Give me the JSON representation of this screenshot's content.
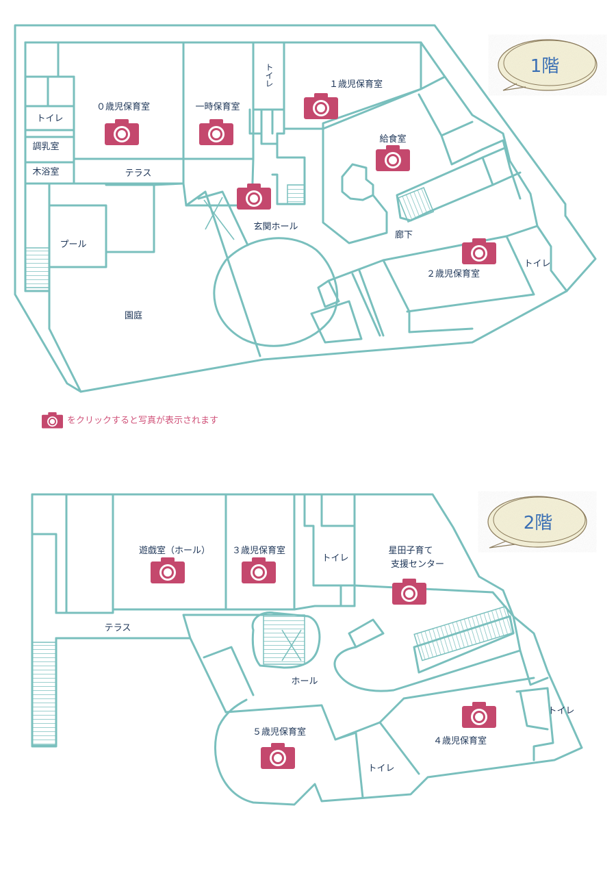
{
  "floor1": {
    "title": "1階",
    "rooms": {
      "room_0": "０歳児保育室",
      "temp": "一時保育室",
      "toilet_vertical": "トイレ",
      "room_1": "１歳児保育室",
      "toilet_left": "トイレ",
      "formula": "調乳室",
      "bath": "木浴室",
      "terrace": "テラス",
      "kitchen": "給食室",
      "entrance": "玄関ホール",
      "corridor": "廊下",
      "pool": "プール",
      "room_2": "２歳児保育室",
      "toilet_right": "トイレ",
      "garden": "園庭"
    }
  },
  "legend": {
    "text": "をクリックすると写真が表示されます",
    "icon": "camera-icon"
  },
  "floor2": {
    "title": "2階",
    "rooms": {
      "play": "遊戯室（ホール）",
      "room_3": "３歳児保育室",
      "toilet_top": "トイレ",
      "center_line1": "星田子育て",
      "center_line2": "支援センター",
      "terrace": "テラス",
      "hall": "ホール",
      "room_5": "５歳児保育室",
      "room_4": "４歳児保育室",
      "toilet_right": "トイレ",
      "toilet_bottom": "トイレ"
    }
  },
  "colors": {
    "wall": "#79bfbd",
    "camera": "#c4486d",
    "text": "#1d3557",
    "title": "#3a6fb4",
    "legend": "#d0537a"
  }
}
